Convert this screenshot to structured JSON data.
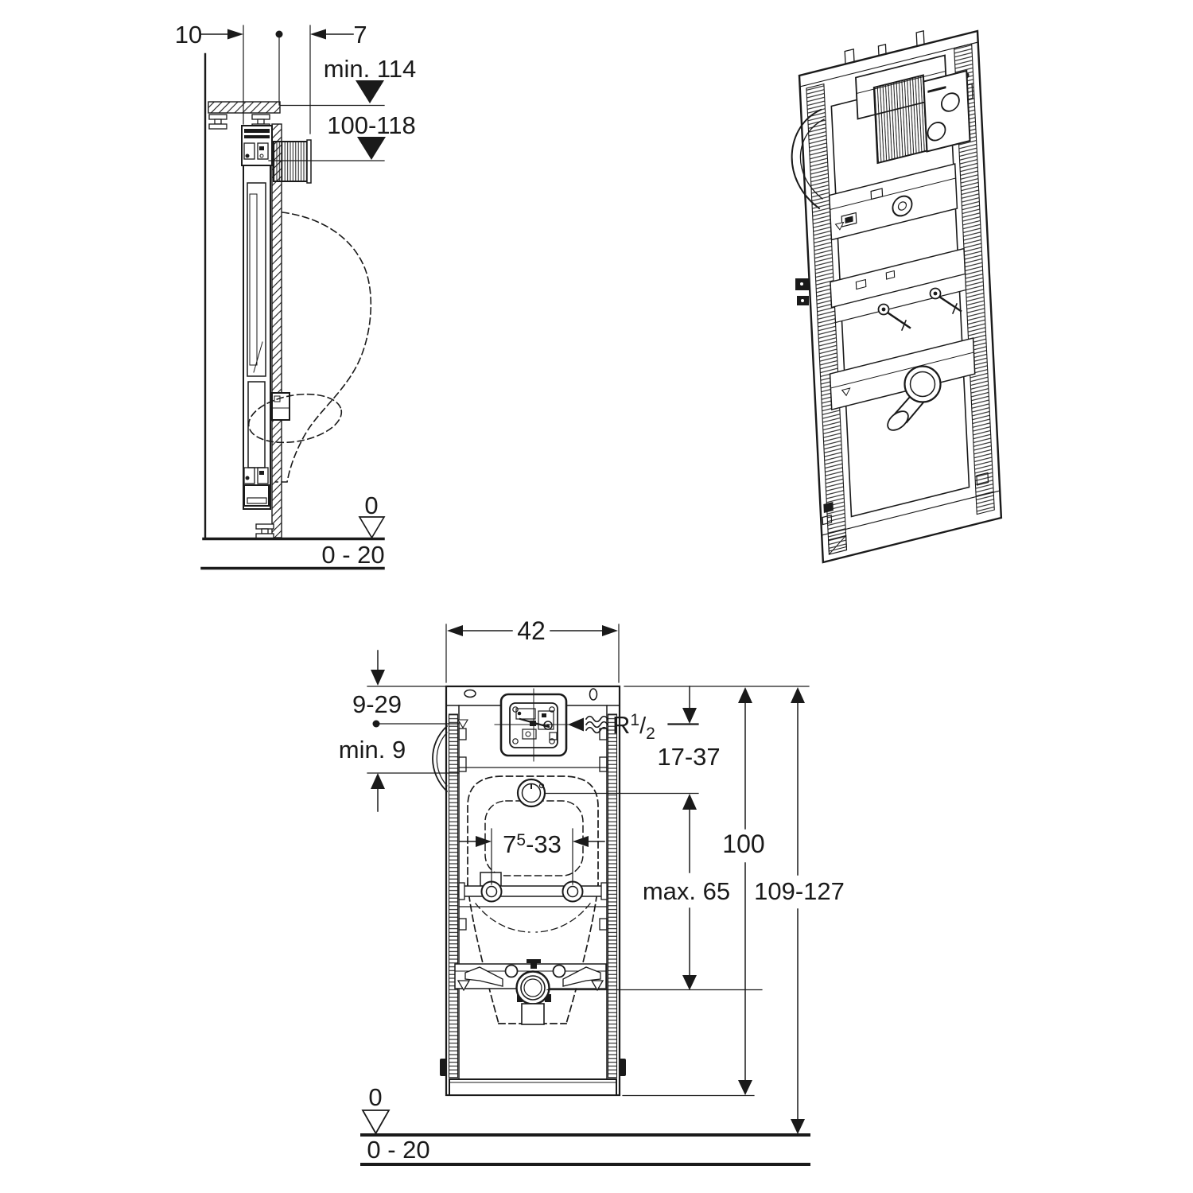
{
  "colors": {
    "ink": "#1a1a1a",
    "background": "#ffffff"
  },
  "side_view": {
    "dim_wall_offset": "10",
    "dim_pipe_protrusion": "7",
    "dim_min_height": "min. 114",
    "dim_flush_pipe_height": "100-118",
    "floor_zero": "0",
    "floor_tolerance": "0 - 20"
  },
  "front_view": {
    "dim_width": "42",
    "dim_top_to_supply": "9-29",
    "dim_supply_min": "min. 9",
    "supply_thread": {
      "prefix": "R",
      "numerator": "1",
      "slash": "/",
      "denominator": "2"
    },
    "dim_top_to_ceramic": "17-37",
    "fixing_span": {
      "base": "7",
      "superscript": "5",
      "rest": "-33"
    },
    "dim_outlet_max": "max. 65",
    "dim_frame_height": "100",
    "dim_total_height": "109-127",
    "floor_zero": "0",
    "floor_tolerance": "0 - 20"
  }
}
